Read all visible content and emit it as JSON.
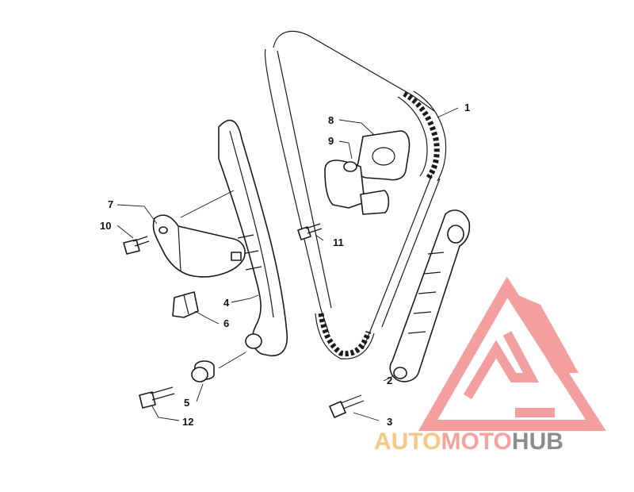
{
  "callouts": {
    "c1": "1",
    "c2": "2",
    "c3": "3",
    "c4": "4",
    "c5": "5",
    "c6": "6",
    "c7": "7",
    "c8": "8",
    "c9": "9",
    "c10": "10",
    "c11": "11",
    "c12": "12"
  },
  "watermark": {
    "brand_part1": "AUTO",
    "brand_part2": "MOTO",
    "brand_part3": "HUB",
    "colors": {
      "auto": "#f7c784",
      "moto": "#f4a39c",
      "hub": "#8c8c8c",
      "logo": "#f08080"
    }
  }
}
